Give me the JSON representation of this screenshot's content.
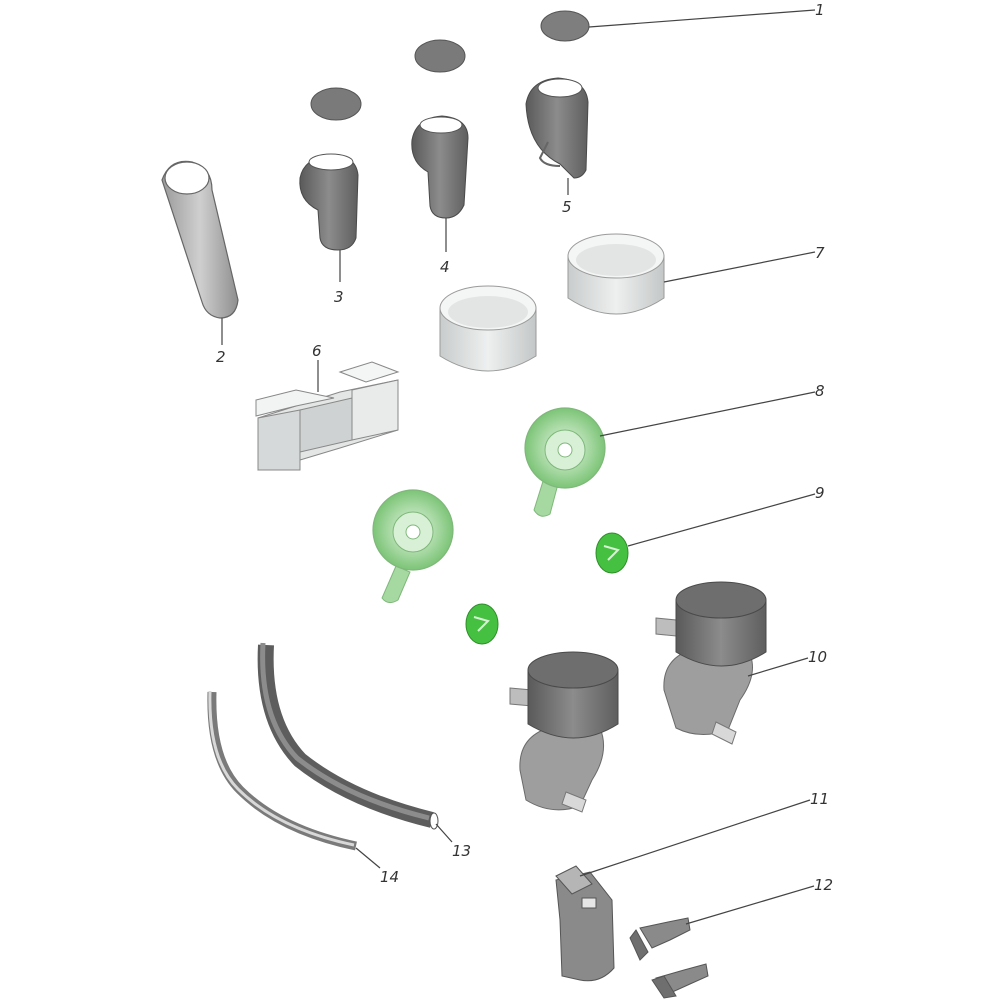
{
  "callouts": {
    "c1": "1",
    "c2": "2",
    "c3": "3",
    "c4": "4",
    "c5": "5",
    "c6": "6",
    "c7": "7",
    "c8": "8",
    "c9": "9",
    "c10": "10",
    "c11": "11",
    "c12": "12",
    "c13": "13",
    "c14": "14"
  },
  "colors": {
    "gray_dark": "#6f6f6f",
    "gray_mid": "#8a8a8a",
    "gray_light": "#d9dcdc",
    "green_light": "#a9d9a6",
    "green_bright": "#3fbf3a"
  }
}
